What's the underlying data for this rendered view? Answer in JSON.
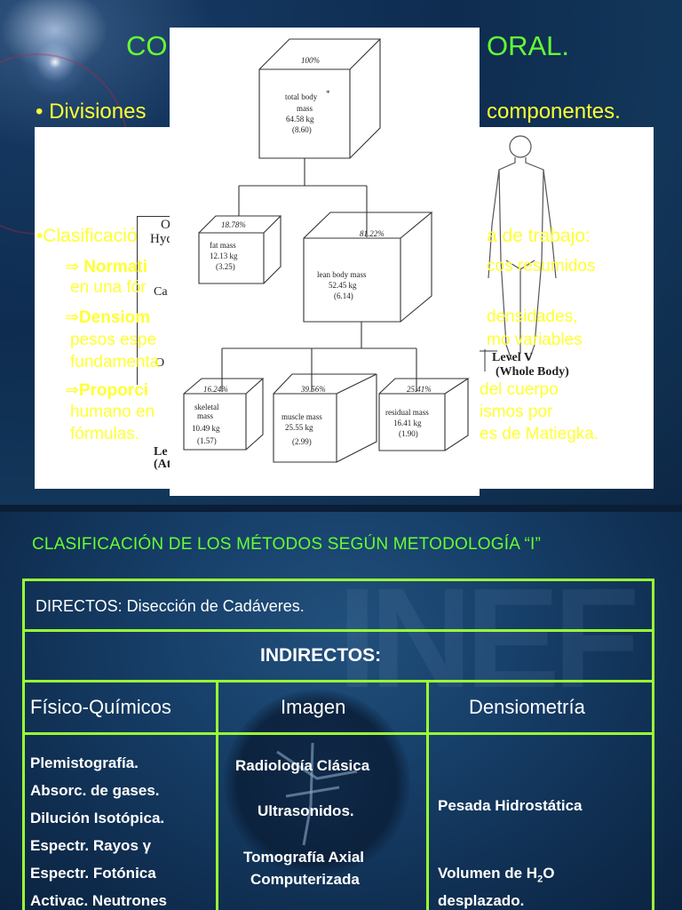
{
  "slide1": {
    "title_left": "CO",
    "title_right": "ORAL.",
    "bullet1_left": "• Divisiones",
    "bullet1_right": "componentes.",
    "bullet2": "•Clasificació",
    "bullet2_right": "a de trabajo:",
    "items": [
      {
        "arrow": "⇒",
        "bold": "Normati",
        "rest_right": "cos resumidos",
        "line2": "en una fór"
      },
      {
        "arrow": "⇒",
        "bold": "Densiom",
        "rest_right": "densidades,",
        "line2": "pesos espe",
        "line2_right": "mo variables",
        "line3": "fundamenta"
      },
      {
        "arrow": "⇒",
        "bold": "Proporci",
        "rest_right": "del cuerpo",
        "line2": "humano en",
        "line2_right": "ismos por",
        "line3": "fórmulas.",
        "line3_right": "es de Matiegka."
      }
    ],
    "left_panel_text": [
      "O",
      "Hyd",
      "Ca",
      "O",
      "Le",
      "(At"
    ],
    "right_panel": {
      "level": "Level V",
      "sub": "(Whole Body)"
    },
    "diagram": {
      "root": {
        "pct": "100%",
        "label": "total body",
        "label2": "mass",
        "value": "64.58 kg",
        "sd": "(8.60)",
        "mark": "*"
      },
      "fat": {
        "pct": "18.78%",
        "label": "fat mass",
        "value": "12.13 kg",
        "sd": "(3.25)"
      },
      "lean": {
        "pct": "81.22%",
        "label": "lean body mass",
        "value": "52.45 kg",
        "sd": "(6.14)"
      },
      "skeletal": {
        "pct": "16.24%",
        "label": "skeletal",
        "label2": "mass",
        "value": "10.49 kg",
        "sd": "(1.57)"
      },
      "muscle": {
        "pct": "39.56%",
        "label": "muscle mass",
        "value": "25.55 kg",
        "sd": "(2.99)"
      },
      "residual": {
        "pct": "25.41%",
        "label": "residual mass",
        "value": "16.41 kg",
        "sd": "(1.90)"
      }
    }
  },
  "slide2": {
    "title": "CLASIFICACIÓN DE LOS MÉTODOS SEGÚN METODOLOGÍA “I”",
    "directos": "DIRECTOS: Disección de Cadáveres.",
    "indirectos": "INDIRECTOS:",
    "headers": [
      "Físico-Químicos",
      "Imagen",
      "Densiometría"
    ],
    "col1": [
      "Plemistografía.",
      "Absorc. de gases.",
      "Dilución Isotópica.",
      "Espectr. Rayos γ",
      "Espectr. Fotónica",
      "Activac. Neutrones"
    ],
    "col2": [
      "Radiología Clásica",
      "Ultrasonidos.",
      "Tomografía Axial",
      "Computerizada"
    ],
    "col3": [
      "Pesada Hidrostática",
      "Volumen de H",
      "2",
      "O",
      "desplazado."
    ],
    "watermark": "INEF"
  }
}
